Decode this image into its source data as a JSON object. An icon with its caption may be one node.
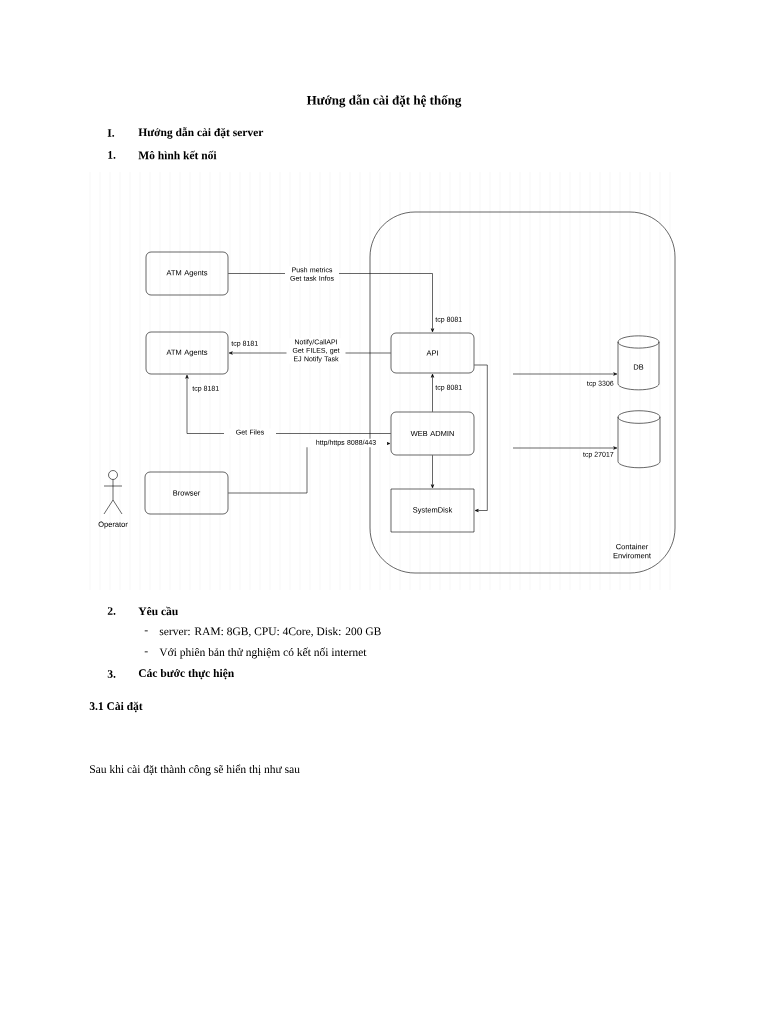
{
  "diagram": {
    "title": "Hướng dẫn cài đặt hệ thống",
    "nodes": [
      {
        "text": [
          "Container Enviroment"
        ]
      },
      {
        "text": [
          "ATM Agents"
        ]
      },
      {
        "text": [
          "ATM Agents"
        ]
      },
      {
        "text": [
          "API"
        ],
        "in": 0
      },
      {
        "text": [
          "WEB ADMIN"
        ],
        "in": 0
      },
      {
        "text": [
          "SystemDisk"
        ],
        "in": 0
      },
      {
        "text": [
          "DB"
        ],
        "in": 0
      },
      {
        "text": [],
        "shape": "cylinder",
        "in": 0
      },
      {
        "text": [
          "Browser"
        ]
      },
      {
        "text": [
          "Operator"
        ]
      }
    ],
    "edges": [
      {
        "from": 1,
        "to": 3,
        "arrow": "to",
        "label": "Push metrics Get task Infos"
      },
      {
        "from": 3,
        "to": 2,
        "arrow": "to",
        "label": "Notify/CallAPI Get FILES, get EJ Notify Task"
      },
      {
        "from": 4,
        "to": 2,
        "arrow": "to",
        "label": "Get Files"
      },
      {
        "from": 8,
        "to": 4,
        "arrow": "to",
        "label": "http/https 8088/443"
      },
      {
        "from": 4,
        "to": 3,
        "arrow": "to"
      },
      {
        "from": 4,
        "to": 5,
        "arrow": "to"
      },
      {
        "from": 3,
        "to": 5,
        "arrow": "to"
      },
      {
        "from": null,
        "to": 6,
        "arrow": "to"
      },
      {
        "from": null,
        "to": 7,
        "arrow": "to"
      }
    ],
    "labels": [
      "I.",
      "Hướng dẫn cài đặt server",
      "1.",
      "Mô hình kết nối",
      "tcp 8081",
      "tcp 8181",
      "tcp 8181",
      "tcp 8081",
      "tcp 3306",
      "tcp 27017",
      "2.",
      "Yêu cầu",
      "-",
      "server: RAM: 8GB, CPU: 4Core, Disk: 200 GB",
      "-",
      "Với phiên bản thử nghiệm có kết nối internet",
      "3.",
      "Các bước thực hiện",
      "3.1 Cài đặt",
      "Sau khi cài đặt thành công sẽ hiển thị như sau"
    ]
  }
}
